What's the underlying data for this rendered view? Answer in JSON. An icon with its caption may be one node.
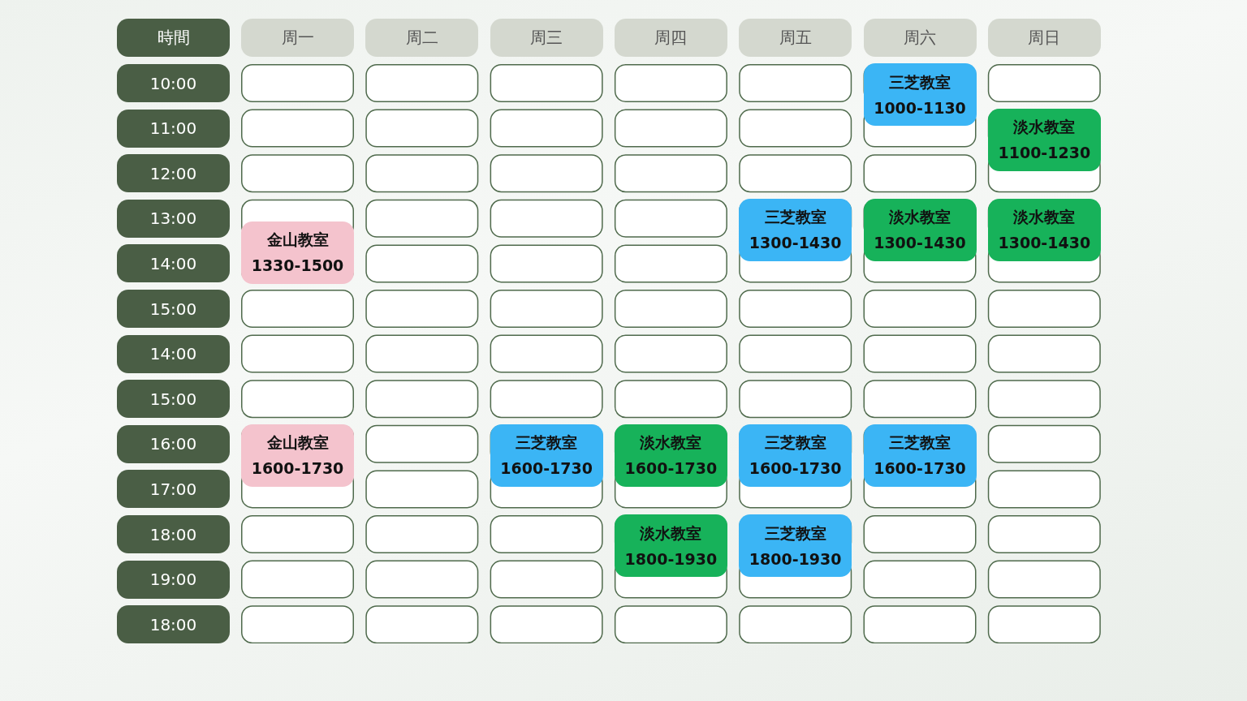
{
  "diagram": {
    "nodes": [
      {
        "text": [
          "三芝教室",
          "1000-1130"
        ]
      },
      {
        "text": [
          "淡水教室",
          "1100-1230"
        ]
      },
      {
        "text": [
          "三芝教室",
          "1300-1430"
        ]
      },
      {
        "text": [
          "淡水教室",
          "1300-1430"
        ]
      },
      {
        "text": [
          "淡水教室",
          "1300-1430"
        ]
      },
      {
        "text": [
          "金山教室",
          "1330-1500"
        ]
      },
      {
        "text": [
          "金山教室",
          "1600-1730"
        ]
      },
      {
        "text": [
          "三芝教室",
          "1600-1730"
        ]
      },
      {
        "text": [
          "淡水教室",
          "1600-1730"
        ]
      },
      {
        "text": [
          "三芝教室",
          "1600-1730"
        ]
      },
      {
        "text": [
          "三芝教室",
          "1600-1730"
        ]
      },
      {
        "text": [
          "淡水教室",
          "1800-1930"
        ]
      },
      {
        "text": [
          "三芝教室",
          "1800-1930"
        ]
      }
    ],
    "labels": [
      "時間",
      "周一",
      "周二",
      "周三",
      "周四",
      "周五",
      "周六",
      "周日",
      "10:00",
      "11:00",
      "12:00",
      "13:00",
      "14:00",
      "15:00",
      "14:00",
      "15:00",
      "16:00",
      "17:00",
      "18:00",
      "19:00",
      "18:00"
    ]
  }
}
